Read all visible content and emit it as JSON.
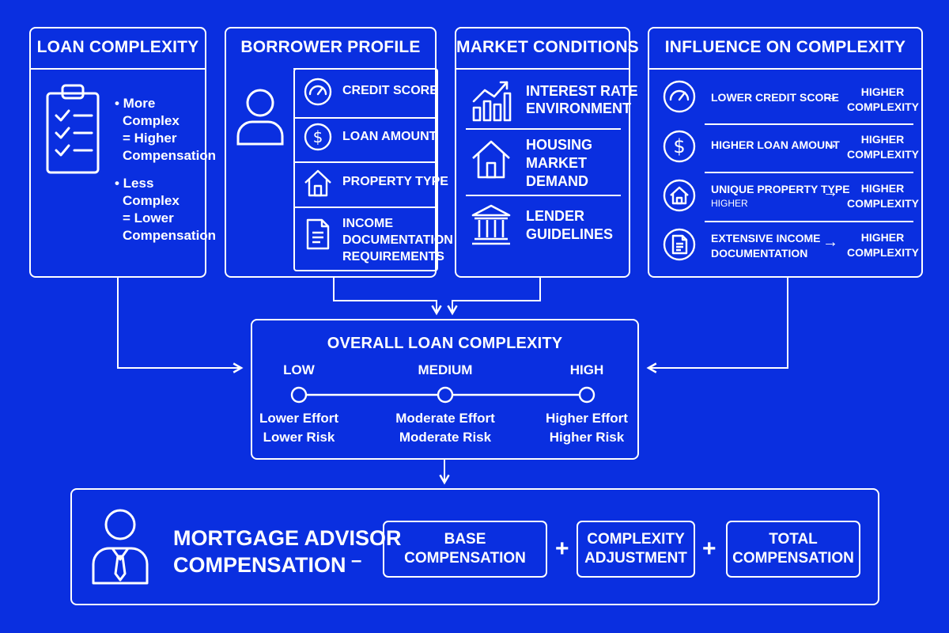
{
  "loan_complexity": {
    "title": "LOAN COMPLEXITY",
    "more_complex": [
      "• More",
      "Complex",
      "= Higher",
      "Compensation"
    ],
    "less_complex": [
      "• Less",
      "Complex",
      "= Lower",
      "Compensation"
    ]
  },
  "borrower_profile": {
    "title": "BORROWER PROFILE",
    "items": [
      {
        "label": [
          "CREDIT SCORE"
        ],
        "icon": "gauge-icon"
      },
      {
        "label": [
          "LOAN AMOUNT"
        ],
        "icon": "dollar-icon"
      },
      {
        "label": [
          "PROPERTY TYPE"
        ],
        "icon": "house-icon"
      },
      {
        "label": [
          "INCOME",
          "DOCUMENTATION",
          "REQUIREMENTS"
        ],
        "icon": "document-icon"
      }
    ]
  },
  "market_conditions": {
    "title": "MARKET CONDITIONS",
    "items": [
      {
        "label": [
          "INTEREST RATE",
          "ENVIRONMENT"
        ],
        "icon": "bar-chart-icon"
      },
      {
        "label": [
          "HOUSING",
          "MARKET",
          "DEMAND"
        ],
        "icon": "house-icon"
      },
      {
        "label": [
          "LENDER",
          "GUIDELINES"
        ],
        "icon": "bank-icon"
      }
    ]
  },
  "influence": {
    "title": "INFLUENCE ON COMPLEXITY",
    "rows": [
      {
        "factor": [
          "LOWER CREDIT SCORE"
        ],
        "arrow": "→",
        "result": [
          "HIGHER",
          "COMPLEXITY"
        ],
        "icon": "gauge-icon"
      },
      {
        "factor": [
          "HIGHER LOAN AMOUNT"
        ],
        "arrow": "→",
        "result": [
          "HIGHER",
          "COMPLEXITY"
        ],
        "icon": "dollar-icon"
      },
      {
        "factor": [
          "UNIQUE PROPERTY TYPE",
          "HIGHER"
        ],
        "arrow": "→",
        "result": [
          "HIGHER",
          "COMPLEXITY"
        ],
        "icon": "house-icon"
      },
      {
        "factor": [
          "EXTENSIVE INCOME",
          "DOCUMENTATION"
        ],
        "arrow": "→",
        "result": [
          "HIGHER",
          "COMPLEXITY"
        ],
        "icon": "document-icon"
      }
    ]
  },
  "overall": {
    "title": "OVERALL LOAN COMPLEXITY",
    "levels": [
      {
        "name": "LOW",
        "desc": [
          "Lower Effort",
          "Lower Risk"
        ]
      },
      {
        "name": "MEDIUM",
        "desc": [
          "Moderate Effort",
          "Moderate Risk"
        ]
      },
      {
        "name": "HIGH",
        "desc": [
          "Higher Effort",
          "Higher Risk"
        ]
      }
    ]
  },
  "compensation": {
    "title": [
      "MORTGAGE ADVISOR",
      "COMPENSATION"
    ],
    "equals": "–",
    "base": "BASE COMPENSATION",
    "plus1": "+",
    "adjustment": [
      "COMPLEXITY",
      "ADJUSTMENT"
    ],
    "plus2": "+",
    "total": [
      "TOTAL",
      "COMPENSATION"
    ]
  },
  "colors": {
    "background": "#0a2fe0",
    "line": "#ffffff"
  }
}
